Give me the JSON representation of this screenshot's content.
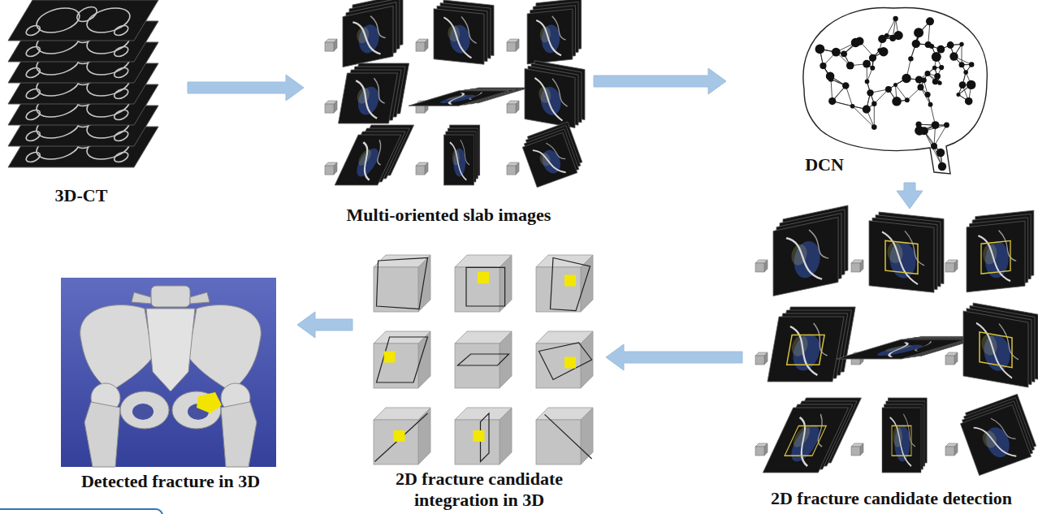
{
  "diagram": {
    "nodes": [
      {
        "text": [
          "3D-CT"
        ]
      },
      {
        "text": [
          "Multi-oriented slab images"
        ]
      },
      {
        "text": [
          "DCN"
        ]
      },
      {
        "text": [
          "2D fracture candidate detection"
        ]
      },
      {
        "text": [
          "2D fracture candidate integration in 3D"
        ]
      },
      {
        "text": [
          "Detected fracture in 3D"
        ]
      }
    ],
    "edges": [
      {
        "from": 0,
        "to": 1,
        "arrow": "to"
      },
      {
        "from": 1,
        "to": 2,
        "arrow": "to"
      },
      {
        "from": 2,
        "to": 3,
        "arrow": "to"
      },
      {
        "from": 3,
        "to": 4,
        "arrow": "to"
      },
      {
        "from": 4,
        "to": 5,
        "arrow": "to"
      }
    ]
  }
}
